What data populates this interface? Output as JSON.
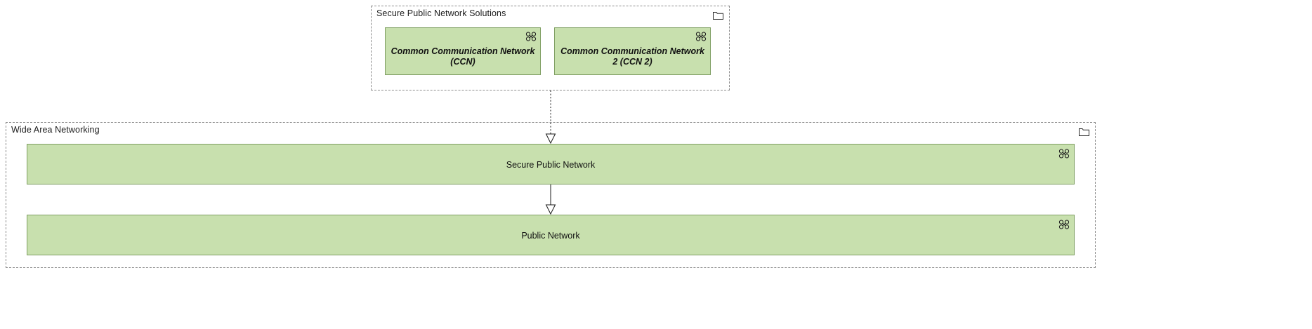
{
  "diagram": {
    "title": "Secure Public Network Solutions",
    "groups": [
      {
        "id": "secure-public-network-solutions",
        "label": "Secure Public Network Solutions",
        "icon": "folder-icon"
      },
      {
        "id": "wide-area-networking",
        "label": "Wide Area Networking",
        "icon": "folder-icon"
      }
    ],
    "nodes": [
      {
        "id": "ccn",
        "label": "Common Communication Network (CCN)",
        "icon": "communication-network-icon"
      },
      {
        "id": "ccn2",
        "label": "Common Communication Network 2 (CCN 2)",
        "icon": "communication-network-icon"
      },
      {
        "id": "secure-public-network",
        "label": "Secure Public Network",
        "icon": "communication-network-icon"
      },
      {
        "id": "public-network",
        "label": "Public Network",
        "icon": "communication-network-icon"
      }
    ],
    "connectors": [
      {
        "id": "realization-solutions-to-secure-public-network",
        "type": "realization",
        "line": "dotted",
        "arrowhead": "hollow-triangle"
      },
      {
        "id": "specialization-secure-public-network-to-public-network",
        "type": "specialization",
        "line": "solid",
        "arrowhead": "hollow-triangle"
      }
    ],
    "colors": {
      "node_fill": "#c8e0ae",
      "node_border": "#7f9f63",
      "group_border": "#8c8c8c",
      "text": "#111111",
      "canvas": "#ffffff"
    }
  }
}
